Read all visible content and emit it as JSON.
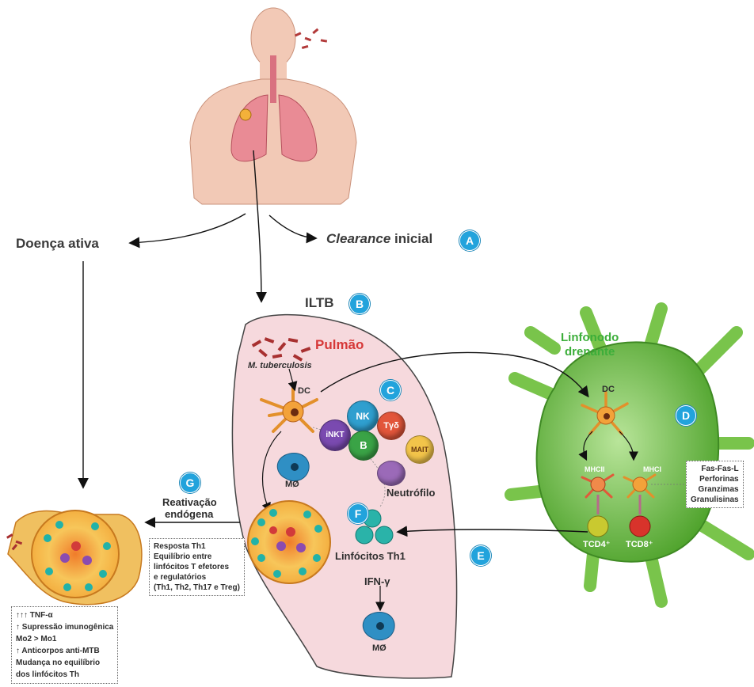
{
  "labels": {
    "doenca_ativa": "Doença ativa",
    "clearance_italic": "Clearance",
    "clearance_rest": " inicial",
    "iltb": "ILTB",
    "pulmao": "Pulmão",
    "linfonodo_1": "Linfonodo",
    "linfonodo_2": "drenante",
    "m_tuberculosis": "M. tuberculosis",
    "dc_lung": "DC",
    "dc_node": "DC",
    "mo_lung": "MØ",
    "mo_bottom": "MØ",
    "neutrofilo": "Neutrófilo",
    "linfocitos_th1": "Linfócitos Th1",
    "ifn": "IFN-γ",
    "reativacao_1": "Reativação",
    "reativacao_2": "endógena",
    "mhcii": "MHCII",
    "mhci": "MHCI",
    "tcd4": "TCD4⁺",
    "tcd8": "TCD8⁺"
  },
  "badges": {
    "a": "A",
    "b": "B",
    "c": "C",
    "d": "D",
    "e": "E",
    "f": "F",
    "g": "G"
  },
  "cells": {
    "nk": "NK",
    "t_gamma_delta": "Tγδ",
    "inkt": "iNKT",
    "b": "B",
    "mait": "MAIT"
  },
  "cytotoxic_box": [
    "Fas-Fas-L",
    "Perforinas",
    "Granzimas",
    "Granulisinas"
  ],
  "th1_box": [
    "Resposta Th1",
    "Equilíbrio entre",
    "linfócitos T efetores",
    "e regulatórios",
    "(Th1, Th2, Th17 e Treg)"
  ],
  "active_box": [
    "↑↑↑ TNF-α",
    "↑ Supressão imunogênica",
    "Mo2 > Mo1",
    "↑ Anticorpos anti-MTB",
    "Mudança no equilíbrio",
    "dos linfócitos Th"
  ],
  "colors": {
    "lung_fill": "#f6d9dd",
    "node_fill": "#7cc843",
    "badge": "#22a3dc",
    "pulmao_text": "#d63838",
    "linfonodo_text": "#3cae3a"
  }
}
